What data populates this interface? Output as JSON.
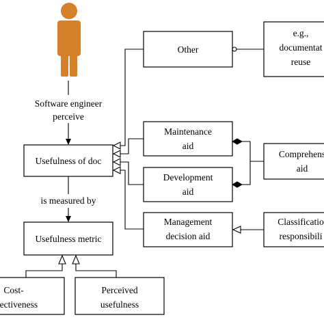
{
  "diagram": {
    "actor": {
      "label_line1": "Software engineer",
      "label_line2": "perceive",
      "color": "#D4812A"
    },
    "nodes": {
      "usefulness_doc": "Usefulness of doc",
      "measured_by": "is measured by",
      "usefulness_metric": "Usefulness metric",
      "cost_line1": "Cost-",
      "cost_line2": "effectiveness",
      "perceived_line1": "Perceived",
      "perceived_line2": "usefulness",
      "other": "Other",
      "eg_line1": "e.g.,",
      "eg_line2": "documentat",
      "eg_line3": "reuse",
      "maintenance_line1": "Maintenance",
      "maintenance_line2": "aid",
      "development_line1": "Development",
      "development_line2": "aid",
      "management_line1": "Management",
      "management_line2": "decision aid",
      "comprehension_line1": "Comprehens",
      "comprehension_line2": "aid",
      "classification_line1": "Classificatio",
      "classification_line2": "responsibili"
    }
  }
}
